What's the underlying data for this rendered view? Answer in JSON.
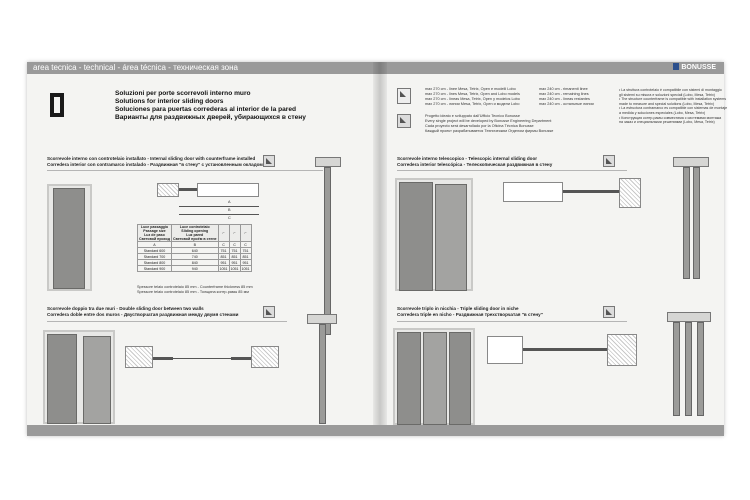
{
  "header": {
    "section_label": "area tecnica - technical - área técnica - техническая зона",
    "brand": "BONUSSE"
  },
  "left_page": {
    "titles": [
      "Soluzioni per porte scorrevoli interno muro",
      "Solutions for interior sliding doors",
      "Soluciones para puertas correderas al interior de la pared",
      "Варианты для раздвижных дверей, убирающихся в стену"
    ],
    "section1": {
      "lines": [
        "Scorrevole interno con controtelaio installato - Internal sliding door with counterframe installed",
        "Corredera interior con contramarco instalado - Раздвижная \"в стену\" с установленным окладом"
      ],
      "dim_letters": [
        "A",
        "B",
        "C"
      ],
      "table": {
        "headers": [
          [
            "Luce passaggio",
            "Passage size",
            "Luz de paso",
            "Световой проход"
          ],
          [
            "Luce controtelaio",
            "Sliding opening",
            "Luz pared",
            "Световой проём в стене"
          ]
        ],
        "letter_row": [
          "A",
          "B",
          "C",
          "C",
          "C"
        ],
        "rows": [
          [
            "Standard 600",
            "640",
            "751",
            "751",
            "751"
          ],
          [
            "Standard 700",
            "740",
            "851",
            "851",
            "851"
          ],
          [
            "Standard 800",
            "840",
            "951",
            "951",
            "951"
          ],
          [
            "Standard 900",
            "940",
            "1051",
            "1051",
            "1051"
          ]
        ]
      },
      "footnotes": [
        "Spessore telaio controtelaio 85 mm - Counterframe thickness 85 mm",
        "Spessore telaio controtelaio 85 mm - Толщина контр-рамы 85 мм"
      ]
    },
    "section2": {
      "lines": [
        "Scorrevole doppio tra due muri - Double sliding door between two walls",
        "Corredera doble entre dos muros - Двустворчатая раздвижная между двумя стенами"
      ]
    }
  },
  "right_page": {
    "heights": [
      [
        "max 270 cm - linee Mesa, Tetrix, Open e modelli Lobo",
        "max 240 cm - rimanenti linee"
      ],
      [
        "max 270 cm - lines Mesa, Tetrix, Open and Lobo models",
        "max 240 cm - remaining lines"
      ],
      [
        "max 270 cm - líneas Mesa, Tetrix, Open y modelos Lobo",
        "max 240 cm - líneas restantes"
      ],
      [
        "max 270 cm - линии Mesa, Tetrix, Open и модели Lobo",
        "max 240 cm - остальные линии"
      ]
    ],
    "project_lines": [
      "Progetto ideato e sviluppato dall'Ufficio Tecnico Bonusse",
      "Every single project will be developed by Bonusse Engineering Department",
      "Cada proyecto será desarrollado por la Oficina Técnica Bonusse",
      "Каждый проект разрабатывается Техническим Отделом фирмы Bonusse"
    ],
    "bullets": [
      "• La struttura controtelaio è compatibile con sistemi di montaggio",
      "  gli sistemi su misura e soluzioni speciali (Lobo, Mesa, Tetrix)",
      "• The structure counterframe is compatible with installation systems",
      "  made to measure and special solutions (Lobo, Mesa, Tetrix)",
      "• La estructura contramarco es compatible con sistemas de montaje",
      "  a medida y soluciones especiales (Lobo, Mesa, Tetrix)",
      "• Конструкция контр-рамы совместима с системами монтажа",
      "  на заказ и специальными решениями (Lobo, Mesa, Tetrix)"
    ],
    "section3": {
      "lines": [
        "Scorrevole interno telescopico - Telescopic internal sliding door",
        "Corredera interior telescópica - Телескопическая раздвижная в стену"
      ]
    },
    "section4": {
      "lines": [
        "Scorrevole triplo in nicchia - Triple sliding door in niche",
        "Corredera triple en nicho - Раздвижная трехстворчатая \"в стену\""
      ]
    }
  }
}
